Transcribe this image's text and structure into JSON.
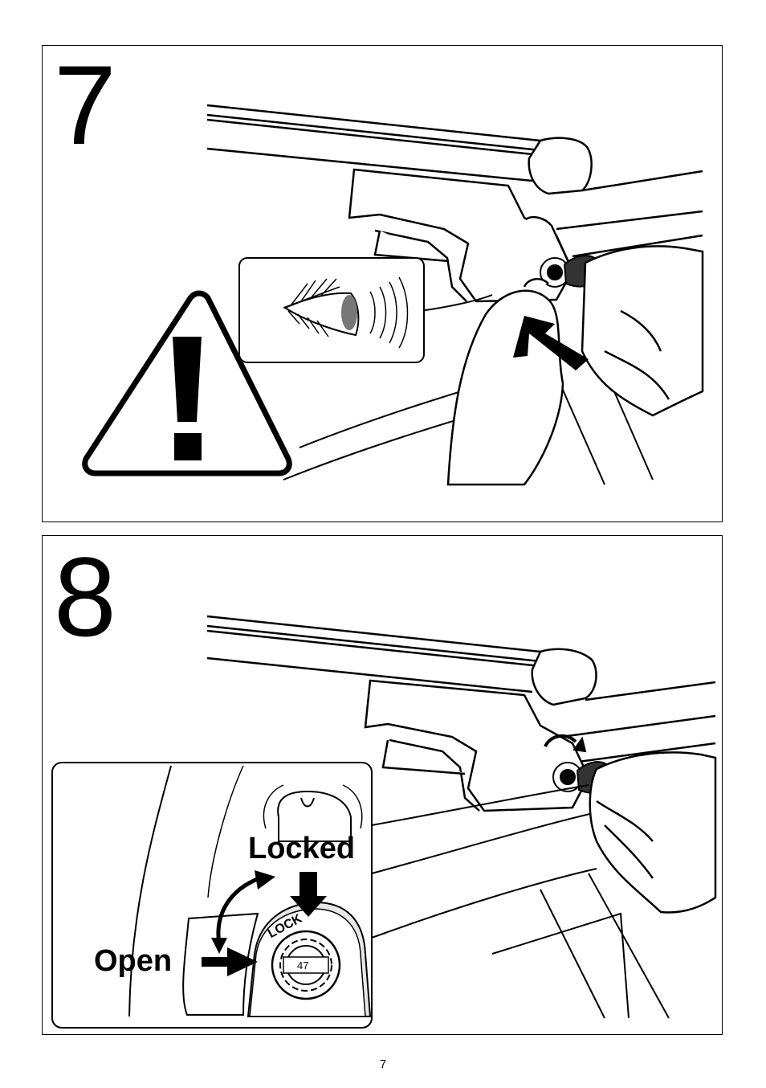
{
  "steps": [
    {
      "number": "7"
    },
    {
      "number": "8"
    }
  ],
  "inset_labels": {
    "locked": "Locked",
    "open": "Open",
    "lock_text": "LOCK",
    "lock_number": "47"
  },
  "icons": [
    "warning-triangle-icon",
    "eye-icon",
    "arrow-icon",
    "key-icon",
    "lock-cylinder-icon"
  ],
  "page_number": "7"
}
